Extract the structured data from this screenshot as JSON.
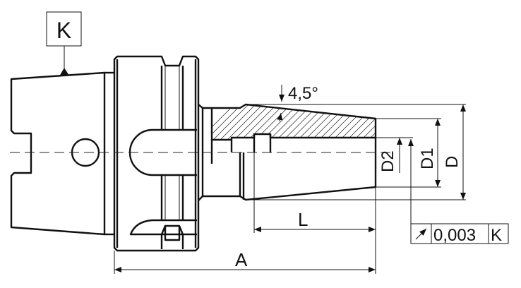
{
  "datum_label": "K",
  "angle_label": "4,5°",
  "dimensions": {
    "D": "D",
    "D1": "D1",
    "D2": "D2",
    "L": "L",
    "A": "A"
  },
  "tolerance_frame": {
    "symbol": "runout-arrow",
    "value": "0,003",
    "datum": "K"
  }
}
